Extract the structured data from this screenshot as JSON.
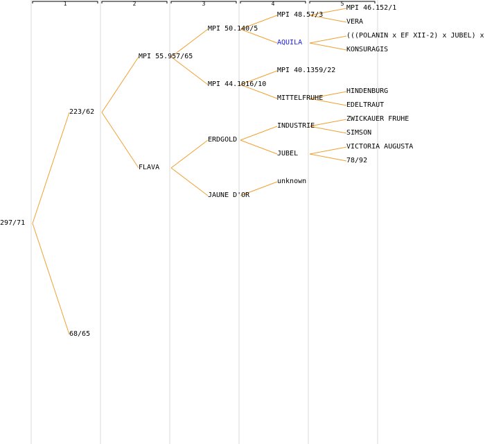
{
  "colors": {
    "line": "#f0a030",
    "text": "#000000",
    "link": "#1a1adc",
    "header": "#000000"
  },
  "generations": [
    "1",
    "2",
    "3",
    "4",
    "5"
  ],
  "nodes": [
    {
      "id": "n0",
      "label": "297/71",
      "gen": 0,
      "parent": null
    },
    {
      "id": "n1",
      "label": "223/62",
      "gen": 1,
      "parent": "n0"
    },
    {
      "id": "n2",
      "label": "68/65",
      "gen": 1,
      "parent": "n0"
    },
    {
      "id": "n3",
      "label": "MPI 55.957/65",
      "gen": 2,
      "parent": "n1"
    },
    {
      "id": "n4",
      "label": "FLAVA",
      "gen": 2,
      "parent": "n1"
    },
    {
      "id": "n5",
      "label": "MPI 50.140/5",
      "gen": 3,
      "parent": "n3"
    },
    {
      "id": "n6",
      "label": "MPI 44.1016/10",
      "gen": 3,
      "parent": "n3"
    },
    {
      "id": "n7",
      "label": "ERDGOLD",
      "gen": 3,
      "parent": "n4"
    },
    {
      "id": "n8",
      "label": "JAUNE D'OR",
      "gen": 3,
      "parent": "n4"
    },
    {
      "id": "n9",
      "label": "MPI 48.57/3",
      "gen": 4,
      "parent": "n5"
    },
    {
      "id": "n10",
      "label": "AQUILA",
      "gen": 4,
      "parent": "n5",
      "link": true
    },
    {
      "id": "n11",
      "label": "MPI 40.1359/22",
      "gen": 4,
      "parent": "n6"
    },
    {
      "id": "n12",
      "label": "MITTELFRUHE",
      "gen": 4,
      "parent": "n6"
    },
    {
      "id": "n13",
      "label": "INDUSTRIE",
      "gen": 4,
      "parent": "n7"
    },
    {
      "id": "n14",
      "label": "JUBEL",
      "gen": 4,
      "parent": "n7"
    },
    {
      "id": "n15",
      "label": "unknown",
      "gen": 4,
      "parent": "n8"
    },
    {
      "id": "n16",
      "label": "MPI 46.152/1",
      "gen": 5,
      "parent": "n9"
    },
    {
      "id": "n17",
      "label": "VERA",
      "gen": 5,
      "parent": "n9"
    },
    {
      "id": "n18",
      "label": "(((POLANIN x EF XII-2) x JUBEL) x",
      "gen": 5,
      "parent": "n10"
    },
    {
      "id": "n19",
      "label": "KONSURAGIS",
      "gen": 5,
      "parent": "n10"
    },
    {
      "id": "n20",
      "label": "HINDENBURG",
      "gen": 5,
      "parent": "n12"
    },
    {
      "id": "n21",
      "label": "EDELTRAUT",
      "gen": 5,
      "parent": "n12"
    },
    {
      "id": "n22",
      "label": "ZWICKAUER FRUHE",
      "gen": 5,
      "parent": "n13"
    },
    {
      "id": "n23",
      "label": "SIMSON",
      "gen": 5,
      "parent": "n13"
    },
    {
      "id": "n24",
      "label": "VICTORIA AUGUSTA",
      "gen": 5,
      "parent": "n14"
    },
    {
      "id": "n25",
      "label": "78/92",
      "gen": 5,
      "parent": "n14"
    }
  ]
}
